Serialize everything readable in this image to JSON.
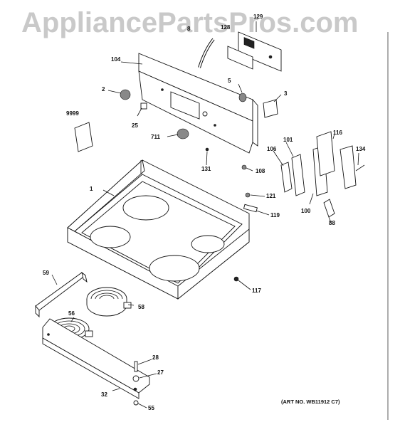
{
  "watermark": "AppliancePartsPros.com",
  "art_number": "(ART NO. WB11912 C7)",
  "part_labels": {
    "p129": "129",
    "p128": "128",
    "p8": "8",
    "p104": "104",
    "p5": "5",
    "p2": "2",
    "p3": "3",
    "p9999": "9999",
    "p25": "25",
    "p711": "711",
    "p116": "116",
    "p101": "101",
    "p106": "106",
    "p134": "134",
    "p131": "131",
    "p108": "108",
    "p1": "1",
    "p121": "121",
    "p100": "100",
    "p119": "119",
    "p88": "88",
    "p59": "59",
    "p117": "117",
    "p56": "56",
    "p58": "58",
    "p28": "28",
    "p27": "27",
    "p32": "32",
    "p55": "55"
  }
}
